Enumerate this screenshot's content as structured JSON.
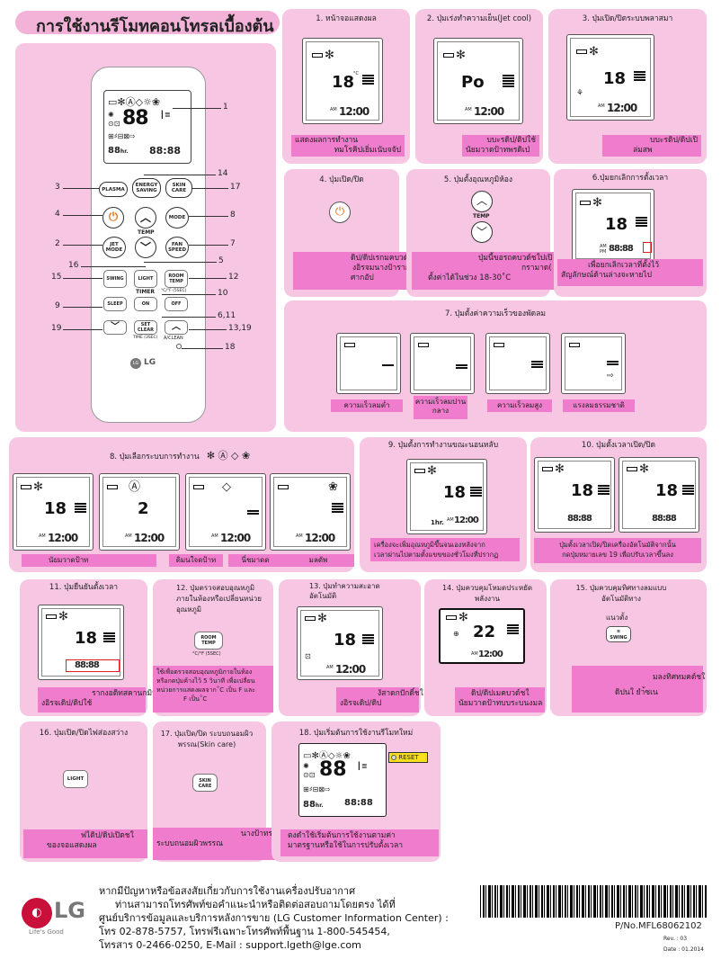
{
  "header": {
    "title": "การใช้งานรีโมทคอนโทรลเบื้องต้น"
  },
  "remote": {
    "callouts": [
      "1",
      "14",
      "17",
      "3",
      "4",
      "8",
      "2",
      "7",
      "5",
      "16",
      "15",
      "12",
      "10",
      "9",
      "6,11",
      "19",
      "13,19",
      "18"
    ],
    "buttons": {
      "plasma": "PLASMA",
      "energy": "ENERGY SAVING",
      "skin": "SKIN CARE",
      "mode": "MODE",
      "jet": "JET MODE",
      "fan": "FAN SPEED",
      "temp": "TEMP",
      "swing": "SWING",
      "light": "LIGHT",
      "room_temp": "ROOM TEMP",
      "room_temp_sub": "°C/°F (5SEC)",
      "timer": "TIMER",
      "sleep": "SLEEP",
      "on": "ON",
      "off": "OFF",
      "set_clear": "SET CLEAR",
      "set_clear_sub": "TIME (3SEC)",
      "aclean": "A/CLEAN"
    },
    "logo": "LG",
    "lcd_temp": "88",
    "lcd_clock": "88:88",
    "lcd_hr": "hr."
  },
  "panels": {
    "p1": {
      "title": "1. หน้าจอแสดงผล",
      "notes": [
        "แสดงผลการทำงาน",
        "ทมโรคิปเยิ่มเนับจจัป"
      ]
    },
    "p2": {
      "title": "2. ปุ่มเร่งทำความเย็น(Jet cool)",
      "lcd_text": "Po",
      "notes": [
        "บบะรดิป/ดิปใช้",
        "นัยมวาดป้าทพรดิเป่"
      ]
    },
    "p3": {
      "title": "3. ปุ่มเปิด/ปิดระบบพลาสมา",
      "notes": [
        "บบะรดิป/ดิปเปิ",
        "ล่มสพ"
      ]
    },
    "p4": {
      "title": "4. ปุ่มเปิด/ปิด",
      "notes": [
        "ดิป/ดิปเรกมคบวด์ชใ",
        "งอิรจมนางป้าราก",
        "ศากอัป"
      ]
    },
    "p5": {
      "title": "5. ปุ่มตั้งอุณหภูมิห้อง",
      "temp_label": "TEMP",
      "notes": [
        "ปุ่มนี้ขอรถคบวด์ชใปเปิ",
        "กรามาด( รากงอิรจยอร",
        "ตั้งค่าได้ในช่วง 18-30˚C"
      ]
    },
    "p6": {
      "title": "6.ปุ่มยกเลิกการตั้งเวลา",
      "notes": [
        "เพื่อยกเลิกเวลาที่ตั้งไว้",
        "สัญลักษณ์ด้านล่างจะหายไป"
      ]
    },
    "p7": {
      "title": "7. ปุ่มตั้งค่าความเร็วของพัดลม",
      "captions": [
        "ความเร็วลมต่ำ",
        "ความเร็วลมปานกลาง",
        "ความเร็วลมสูง",
        "แรงลมธรรมชาติ"
      ]
    },
    "p8": {
      "title": "8. ปุ่มเลือกระบบการทำงาน",
      "mode_icons": "✻ Ⓐ ◇ ❀",
      "lcd_values": [
        "18",
        "2",
        "",
        ""
      ],
      "captions": [
        "นัยมวาดป้าท",
        "ดิมนใจดป้าท",
        "นี่ชมาดด",
        "มลดัพ"
      ]
    },
    "p9": {
      "title": "9. ปุ่มตั้งการทำงานขณะนอนหลับ",
      "notes": [
        "เครื่องจะเพิ่มอุณหภูมิขึ้นจนเองหลังจาก",
        "เวลาผ่านไปตามตั้งแขขของชั่วโมงที่ปรากฏ"
      ],
      "sleep_hr": "1hr."
    },
    "p10": {
      "title": "10. ปุ่มตั้งเวลาเปิด/ปิด",
      "notes": [
        "ปุ่มตั้งเวลาเปิด/ปิดเครื่องอัตโนมัติจากนั้น",
        "กดปุ่มหมายเลข 19 เพื่อปรับเวลาขึ้นลง"
      ]
    },
    "p11": {
      "title": "11. ปุ่มยืนยันตั้งเวลา",
      "notes": [
        "รากงอดิทสคานกมินใ",
        "งอิรจเดิป/ดิปใช้"
      ]
    },
    "p12": {
      "title": "12. ปุ่มตรวจสอบอุณหภูมิภายในห้องหรือเปลี่ยนหน่วยอุณหภูมิ",
      "btn1": "ROOM TEMP",
      "btn2": "°C/°F (5SEC)",
      "notes": [
        "ใช้เพื่อตรวจสอบอุณหภูมิภายในห้อง",
        "หรือกดปุ่มค้างไว้ 5 วินาที เพื่อเปลี่ยน",
        "หน่วยการแสดงผลจาก˚C เป็น F และ",
        "F เป็น˚C"
      ]
    },
    "p13": {
      "title": "13. ปุ่มทำความสะอาดอัตโนมัติ",
      "notes": [
        "งัสาดกปักดิ์ชใ",
        "งอิรจเดิป/ดิป"
      ]
    },
    "p14": {
      "title": "14. ปุ่มควบคุมโหมดประหยัดพลังงาน",
      "lcd_temp": "22",
      "notes": [
        "ดิป/ดิปเมคบวด์ชใ",
        "นัยมวาดป้าทบบระบนงมล"
      ]
    },
    "p15": {
      "title": "15. ปุ่มควบคุมทิศทางลมแบบอัตโนมัติทาง",
      "sub": "แนวตั้ง",
      "btn": "SWING",
      "notes": [
        "มลงทิศทมคด์ชใ",
        "ดิปนใ ยำ้ซเน"
      ]
    },
    "p16": {
      "title": "16. ปุ่มเปิด/ปิดไฟส่องสว่าง",
      "btn": "LIGHT",
      "notes": [
        "ฟไดิป/ดิปเปิดชใ",
        "ของจอแสดงผล"
      ]
    },
    "p17": {
      "title": "17. ปุ่มเปิด/ปิด ระบบถนอมผิวพรรณ(Skin care)",
      "btn": "SKIN CARE",
      "notes": [
        "นางป้าทรากงอดิทยาดิส",
        "ระบบถนอมผิวพรรณ"
      ]
    },
    "p18": {
      "title": "18. ปุ่มเริ่มต้นการใช้งานรีโมทใหม่",
      "reset": "RESET",
      "notes": [
        "ตงดำใช้เริ่มต้นการใช้งานตามค่า",
        "มาตรฐานหรือใช้ในการปรับตั้งเวลา"
      ]
    }
  },
  "lcd_common": {
    "temp": "18",
    "unit": "°C",
    "clock": "12:00",
    "am": "AM",
    "pm": "PM",
    "clock8": "88:88"
  },
  "footer": {
    "lines": [
      "หากมีปัญหาหรือข้อสงสัยเกี่ยวกับการใช้งานเครื่องปรับอากาศ",
      "ท่านสามารถโทรศัพท์ขอคำแนะนำหรือติดต่อสอบถามโดยตรง ได้ที่",
      "ศูนย์บริการข้อมูลและบริการหลังการขาย (LG Customer Information Center) :",
      "โทร 02-878-5757, โทรฟรีเฉพาะโทรศัพท์พื้นฐาน 1-800-545454,",
      "โทรสาร 0-2466-0250, E-Mail : support.lgeth@lge.com"
    ],
    "logo": "LG",
    "slogan": "Life's Good",
    "part_no": "P/No.MFL68062102",
    "rev": "Rev. : 03",
    "date": "Date : 01.2014"
  }
}
